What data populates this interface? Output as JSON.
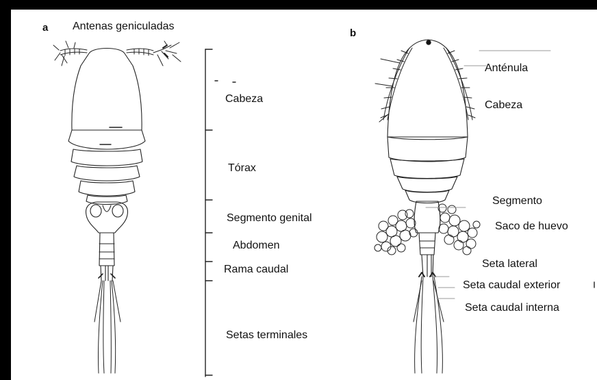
{
  "panel_a": {
    "letter": "a",
    "title": "Antenas geniculadas",
    "labels": {
      "head": "Cabeza",
      "thorax": "Tórax",
      "genital": "Segmento genital",
      "abdomen": "Abdomen",
      "caudal": "Rama caudal",
      "setae": "Setas terminales"
    }
  },
  "panel_b": {
    "letter": "b",
    "labels": {
      "antennule": "Anténula",
      "head": "Cabeza",
      "segment": "Segmento",
      "egg_sac": "Saco de huevo",
      "lateral_seta": "Seta lateral",
      "outer_seta": "Seta caudal exterior",
      "inner_seta": "Seta caudal interna"
    }
  },
  "colors": {
    "background": "#000000",
    "panel": "#ffffff",
    "ink": "#111111"
  }
}
